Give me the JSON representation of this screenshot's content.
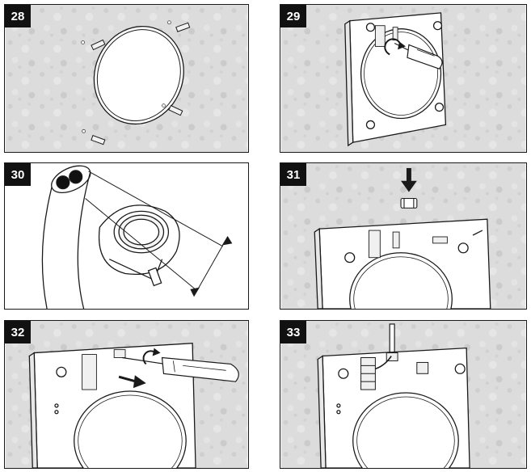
{
  "steps": [
    {
      "number": "28",
      "icons": [
        "wall-plug-icon",
        "gasket-ring-icon"
      ]
    },
    {
      "number": "29",
      "icons": [
        "screwdriver-icon",
        "rotate-arrow-icon"
      ]
    },
    {
      "number": "30",
      "icons": [
        "cable-icon",
        "cable-gland-icon",
        "strip-length-dimension-icon"
      ]
    },
    {
      "number": "31",
      "icons": [
        "down-arrow-icon",
        "cable-clamp-icon"
      ]
    },
    {
      "number": "32",
      "icons": [
        "screwdriver-icon",
        "rotate-arrow-icon",
        "insert-arrow-icon"
      ]
    },
    {
      "number": "33",
      "icons": [
        "cable-icon",
        "terminal-block-icon"
      ]
    }
  ],
  "colors": {
    "wall": "#dcdcdc",
    "ink": "#1a1a1a",
    "badge": "#111111"
  }
}
